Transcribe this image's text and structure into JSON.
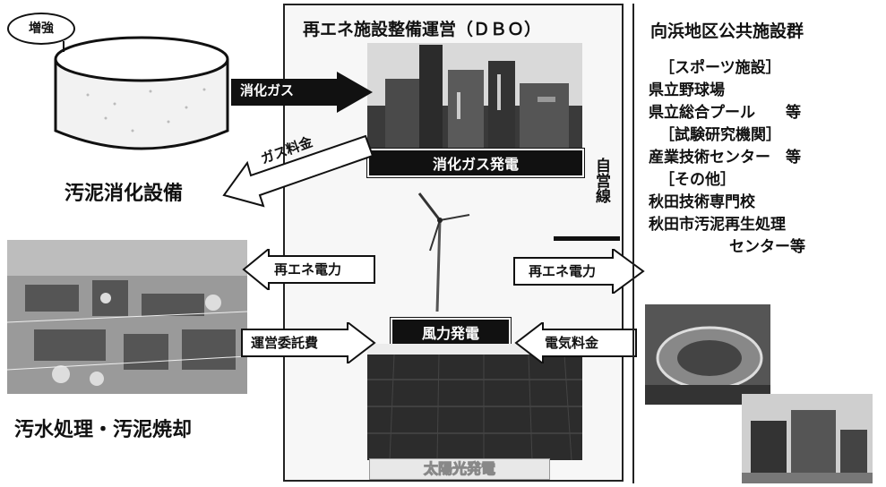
{
  "center": {
    "title": "再エネ施設整備運営（ＤＢＯ）",
    "gas_power_label": "消化ガス発電",
    "wind_power_label": "風力発電",
    "solar_power_label": "太陽光発電",
    "private_line_label": "自営線"
  },
  "left": {
    "reinforce_callout": "増強",
    "digester_label": "汚泥消化設備",
    "wastewater_label": "汚水処理・汚泥焼却"
  },
  "arrows": {
    "digestion_gas": "消化ガス",
    "gas_fee": "ガス料金",
    "renewable_power_left": "再エネ電力",
    "operation_fee": "運営委託費",
    "renewable_power_right": "再エネ電力",
    "electricity_fee": "電気料金"
  },
  "right": {
    "title": "向浜地区公共施設群",
    "lines": [
      "［スポーツ施設］",
      "県立野球場",
      "県立総合プール　　等",
      "［試験研究機関］",
      "産業技術センター　等",
      "［その他］",
      "秋田技術専門校",
      "秋田市汚泥再生処理",
      "センター等"
    ]
  }
}
